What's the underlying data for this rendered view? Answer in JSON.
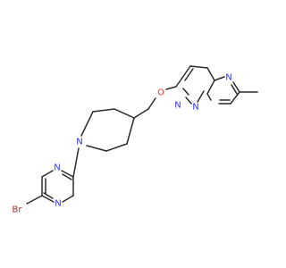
{
  "atoms": {
    "br": {
      "text": "Br",
      "color": "#a52a2a"
    },
    "n_pyr_1": {
      "text": "N",
      "color": "#3333ff"
    },
    "n_pyr_2": {
      "text": "N",
      "color": "#3333ff"
    },
    "n_pip": {
      "text": "N",
      "color": "#3333ff"
    },
    "o_ether": {
      "text": "O",
      "color": "#ff2a2a"
    },
    "n_imid_top": {
      "text": "N",
      "color": "#3333ff"
    },
    "n_pyridazine": {
      "text": "N",
      "color": "#3333ff"
    },
    "n_bridge": {
      "text": "N",
      "color": "#3333ff"
    }
  },
  "colors": {
    "bond": "#2b2b2b",
    "background": "#ffffff"
  }
}
